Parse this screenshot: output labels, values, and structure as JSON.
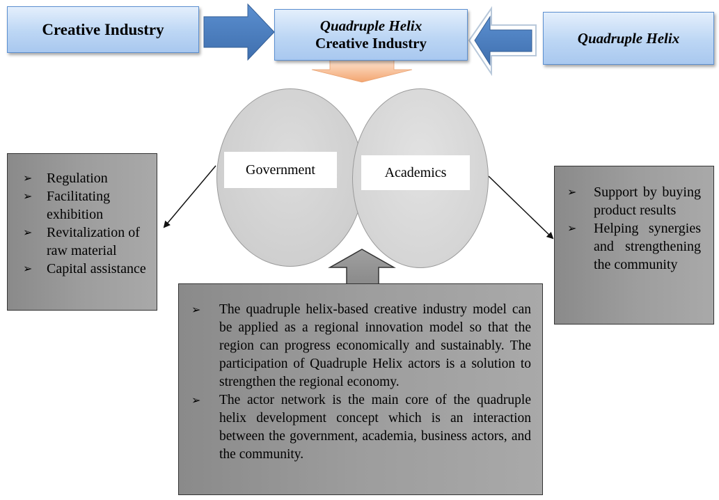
{
  "header": {
    "creative_industry": "Creative Industry",
    "center_line1": "Quadruple Helix",
    "center_line2": "Creative Industry",
    "quadruple_helix": "Quadruple Helix"
  },
  "actors": {
    "government": "Government",
    "academics": "Academics"
  },
  "left_box": {
    "items": [
      "Regulation",
      "Facilitating exhibition",
      "Revitalization of raw material",
      "Capital assistance"
    ]
  },
  "right_box": {
    "items": [
      "Support by buying product results",
      "Helping synergies and strengthening the community"
    ]
  },
  "bottom_box": {
    "items": [
      "The quadruple helix-based creative industry model can be applied as a regional innovation model so that the region can progress economically and sustainably. The participation of Quadruple Helix actors is a solution to strengthen the regional economy.",
      "The actor network is the main core of the quadruple helix development concept which is an interaction between the government, academia, business actors, and the community."
    ]
  },
  "bullet_symbol": "➢",
  "colors": {
    "blue_box_fill": "#bcd6f4",
    "blue_arrow": "#4f81bd",
    "orange_arrow": "#f6b382",
    "gray_box": "#9d9d9d",
    "ellipse_fill": "#d4d4d4"
  }
}
